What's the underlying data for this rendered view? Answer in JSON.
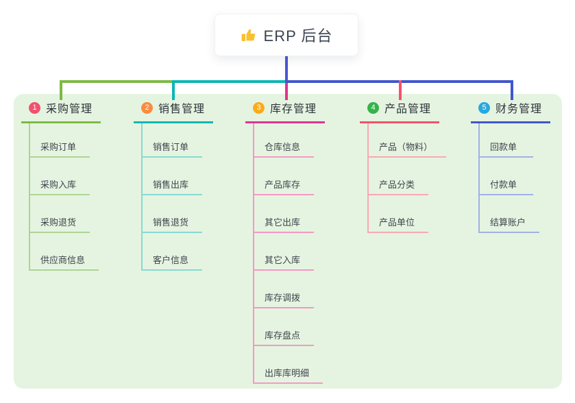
{
  "root": {
    "label": "ERP 后台",
    "icon": "thumbs-up-icon",
    "icon_color": "#fbc02d"
  },
  "colors": {
    "panel_bg": "#e5f4e1",
    "root_line": "#4b58d1",
    "card_bg": "#ffffff"
  },
  "branches": [
    {
      "num": "1",
      "title": "采购管理",
      "badge_color": "#f2506e",
      "line_color": "#7cba43",
      "sub_line_color": "#aed494",
      "items": [
        "采购订单",
        "采购入库",
        "采购退货",
        "供应商信息"
      ]
    },
    {
      "num": "2",
      "title": "销售管理",
      "badge_color": "#fa8c40",
      "line_color": "#0bb7b4",
      "sub_line_color": "#87dad2",
      "items": [
        "销售订单",
        "销售出库",
        "销售退货",
        "客户信息"
      ]
    },
    {
      "num": "3",
      "title": "库存管理",
      "badge_color": "#fbab19",
      "line_color": "#e0348f",
      "sub_line_color": "#f598c6",
      "items": [
        "仓库信息",
        "产品库存",
        "其它出库",
        "其它入库",
        "库存调拨",
        "库存盘点",
        "出库库明细"
      ]
    },
    {
      "num": "4",
      "title": "产品管理",
      "badge_color": "#35b34a",
      "line_color": "#f4516c",
      "sub_line_color": "#f9a8b3",
      "items": [
        "产品（物料）",
        "产品分类",
        "产品单位"
      ]
    },
    {
      "num": "5",
      "title": "财务管理",
      "badge_color": "#27a9e0",
      "line_color": "#4156cc",
      "sub_line_color": "#9fb1e4",
      "items": [
        "回款单",
        "付款单",
        "结算账户"
      ]
    }
  ]
}
